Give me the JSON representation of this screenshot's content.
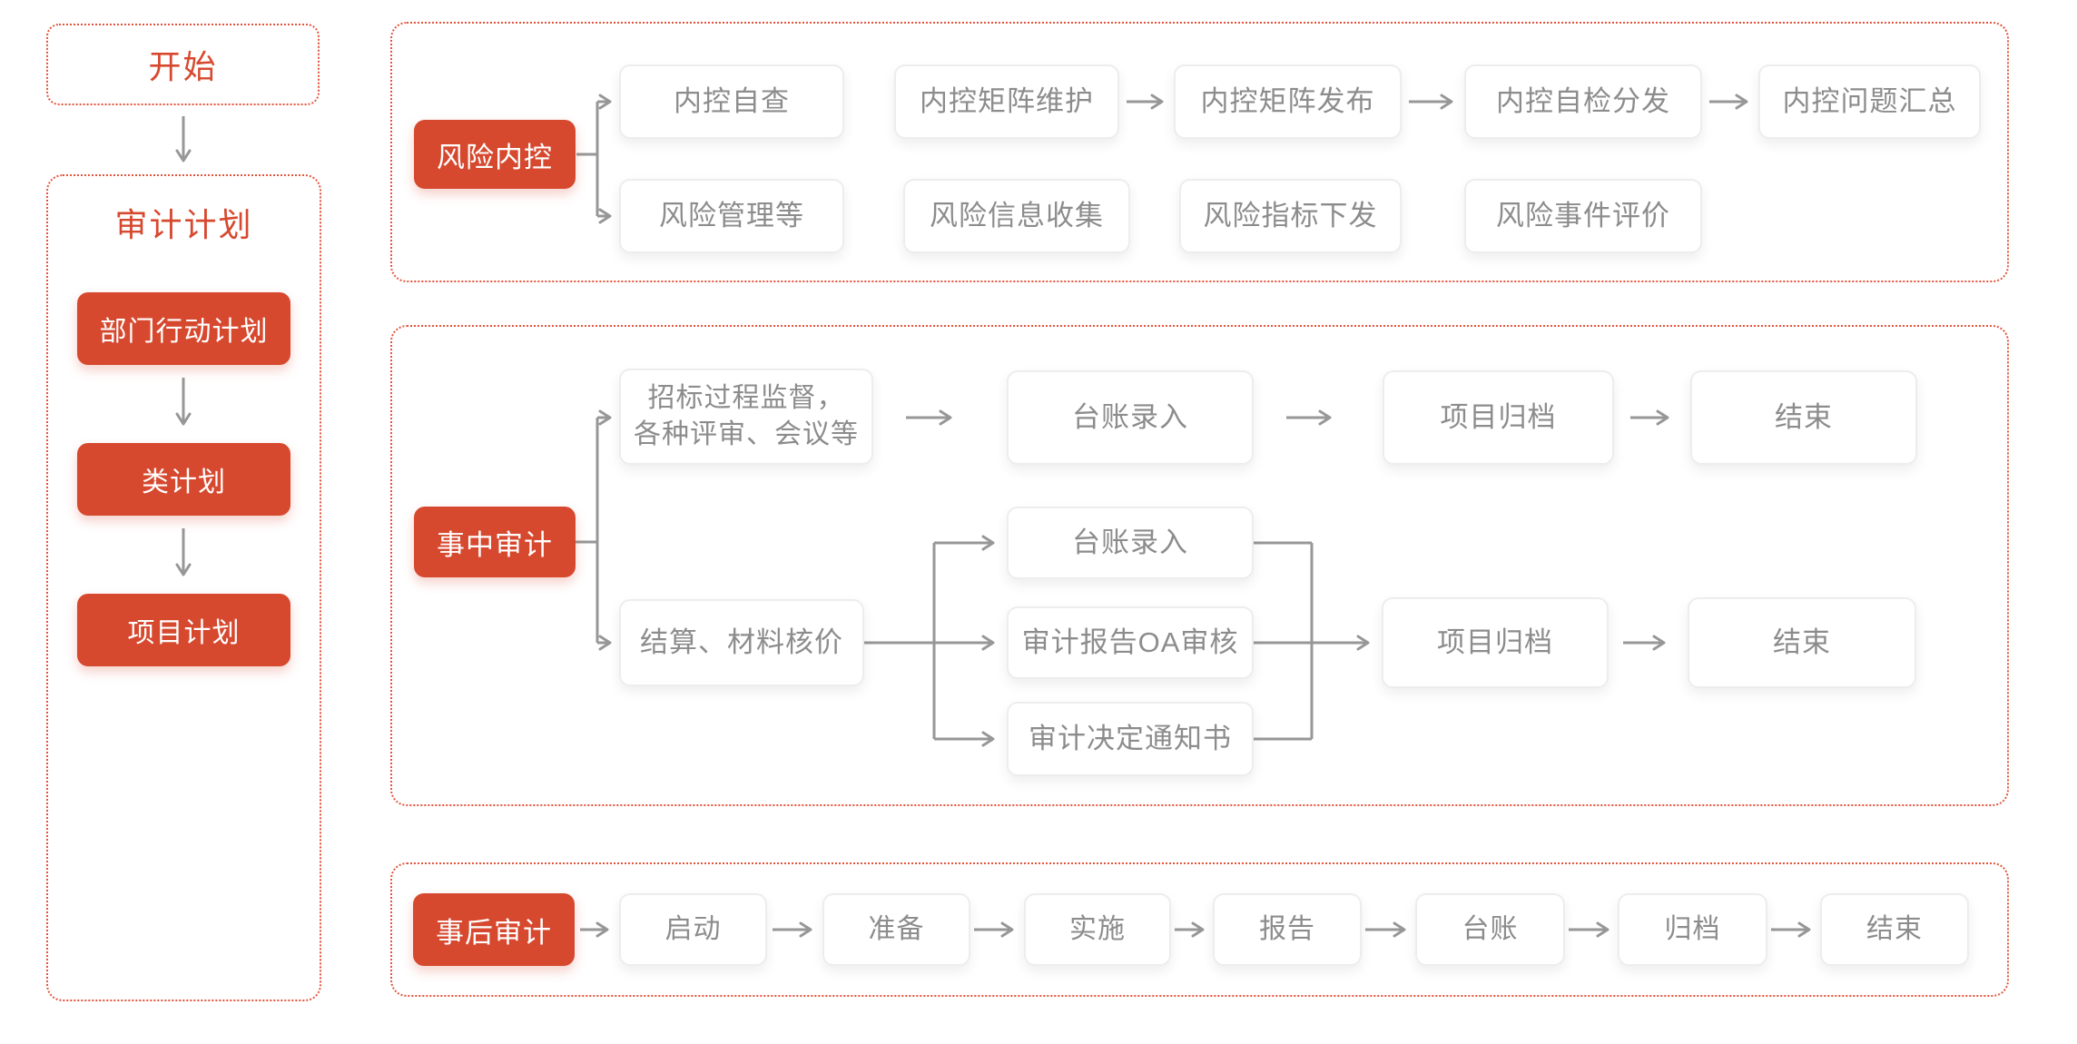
{
  "colors": {
    "red": "#d6492f",
    "dash_red": "#e3543c",
    "node_text": "#8c8c8c",
    "line_gray": "#979797"
  },
  "left": {
    "start_label": "开始",
    "plan_title": "审计计划",
    "plan_steps": [
      "部门行动计划",
      "类计划",
      "项目计划"
    ]
  },
  "risk_section": {
    "root": "风险内控",
    "row1": [
      "内控自查",
      "内控矩阵维护",
      "内控矩阵发布",
      "内控自检分发",
      "内控问题汇总"
    ],
    "row2": [
      "风险管理等",
      "风险信息收集",
      "风险指标下发",
      "风险事件评价"
    ]
  },
  "during_section": {
    "root": "事中审计",
    "bidding_line1": "招标过程监督，",
    "bidding_line2": "各种评审、会议等",
    "ledger1": "台账录入",
    "archive1": "项目归档",
    "end1": "结束",
    "settlement": "结算、材料核价",
    "ledger2": "台账录入",
    "oa_review": "审计报告OA审核",
    "decision_notice": "审计决定通知书",
    "archive2": "项目归档",
    "end2": "结束"
  },
  "post_section": {
    "root": "事后审计",
    "steps": [
      "启动",
      "准备",
      "实施",
      "报告",
      "台账",
      "归档",
      "结束"
    ]
  }
}
